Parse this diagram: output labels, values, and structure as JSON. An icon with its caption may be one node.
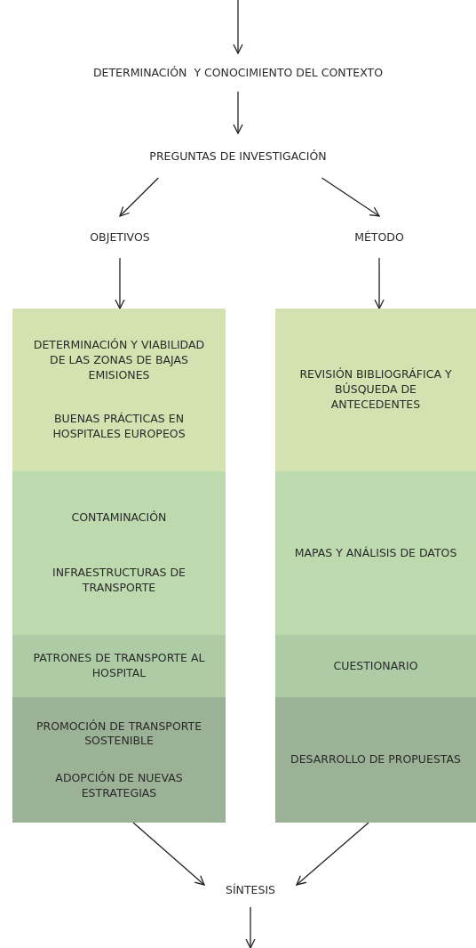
{
  "diagram": {
    "nodes": [
      {
        "text": [
          "DETERMINACIÓN  Y CONOCIMIENTO DEL CONTEXTO"
        ]
      },
      {
        "text": [
          "PREGUNTAS DE INVESTIGACIÓN"
        ]
      },
      {
        "text": [
          "OBJETIVOS"
        ]
      },
      {
        "text": [
          "MÉTODO"
        ]
      },
      {
        "text": [
          "DETERMINACIÓN Y VIABILIDAD DE LAS ZONAS DE BAJAS EMISIONES",
          "BUENAS PRÁCTICAS EN HOSPITALES EUROPEOS"
        ]
      },
      {
        "text": [
          "CONTAMINACIÓN",
          "INFRAESTRUCTURAS DE TRANSPORTE"
        ]
      },
      {
        "text": [
          "PATRONES DE TRANSPORTE AL HOSPITAL"
        ]
      },
      {
        "text": [
          "PROMOCIÓN DE TRANSPORTE SOSTENIBLE",
          "ADOPCIÓN DE NUEVAS ESTRATEGIAS"
        ]
      },
      {
        "text": [
          "REVISIÓN BIBLIOGRÁFICA Y BÚSQUEDA DE ANTECEDENTES"
        ]
      },
      {
        "text": [
          "MAPAS Y ANÁLISIS DE DATOS"
        ]
      },
      {
        "text": [
          "CUESTIONARIO"
        ]
      },
      {
        "text": [
          "DESARROLLO DE PROPUESTAS"
        ]
      },
      {
        "text": [
          "SÍNTESIS"
        ]
      }
    ],
    "edges": [
      {
        "from": null,
        "to": 0,
        "arrow": "to"
      },
      {
        "from": 0,
        "to": 1,
        "arrow": "to"
      },
      {
        "from": 1,
        "to": 2,
        "arrow": "to"
      },
      {
        "from": 1,
        "to": 3,
        "arrow": "to"
      },
      {
        "from": 2,
        "to": 4,
        "arrow": "to"
      },
      {
        "from": 3,
        "to": 8,
        "arrow": "to"
      },
      {
        "from": 7,
        "to": 12,
        "arrow": "to"
      },
      {
        "from": 11,
        "to": 12,
        "arrow": "to"
      },
      {
        "from": 12,
        "to": null,
        "arrow": "to"
      }
    ]
  }
}
